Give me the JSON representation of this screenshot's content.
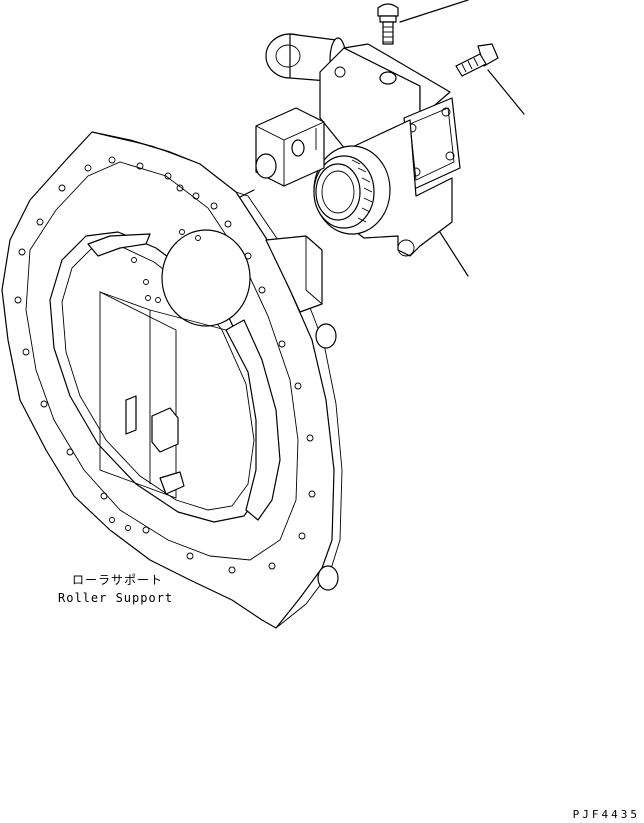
{
  "part_label": {
    "japanese": "ローラサポート",
    "english": "Roller Support"
  },
  "figure_code": "PJF4435",
  "colors": {
    "line": "#000000",
    "background": "#ffffff"
  }
}
